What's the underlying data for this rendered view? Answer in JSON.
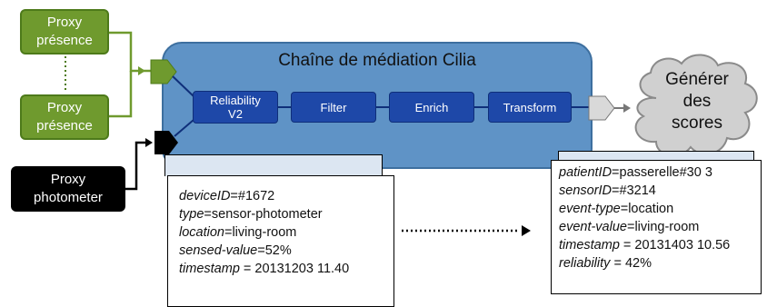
{
  "proxies": {
    "presence_top": [
      "Proxy",
      "présence"
    ],
    "presence_bottom": [
      "Proxy",
      "présence"
    ],
    "photometer": [
      "Proxy",
      "photometer"
    ]
  },
  "chain": {
    "title": "Chaîne de médiation Cilia",
    "steps": [
      {
        "label": [
          "Reliability",
          "V2"
        ]
      },
      {
        "label": [
          "Filter"
        ]
      },
      {
        "label": [
          "Enrich"
        ]
      },
      {
        "label": [
          "Transform"
        ]
      }
    ]
  },
  "cloud": {
    "lines": [
      "Générer",
      "des",
      "scores"
    ]
  },
  "input_event": [
    {
      "key": "deviceID",
      "sep": "=",
      "value": "#1672"
    },
    {
      "key": "type",
      "sep": "=",
      "value": "sensor-photometer"
    },
    {
      "key": "location",
      "sep": "=",
      "value": "living-room"
    },
    {
      "key": "sensed-value",
      "sep": "=",
      "value": "52%"
    },
    {
      "key": "timestamp",
      "sep": " = ",
      "value": "20131203 11.40"
    }
  ],
  "output_event": [
    {
      "key": "patientID",
      "sep": "=",
      "value": "passerelle#30 3"
    },
    {
      "key": "sensorID",
      "sep": "=",
      "value": "#3214"
    },
    {
      "key": "event-type",
      "sep": "=",
      "value": "location"
    },
    {
      "key": "event-value",
      "sep": "=",
      "value": "living-room"
    },
    {
      "key": "timestamp",
      "sep": " = ",
      "value": "20131403 10.56"
    },
    {
      "key": "reliability",
      "sep": " = ",
      "value": "42%"
    }
  ],
  "colors": {
    "proxy_green": "#6f9a2e",
    "chain_blue": "#5f93c6",
    "step_blue": "#1e48a8",
    "cloud_gray": "#cfcfcf"
  }
}
